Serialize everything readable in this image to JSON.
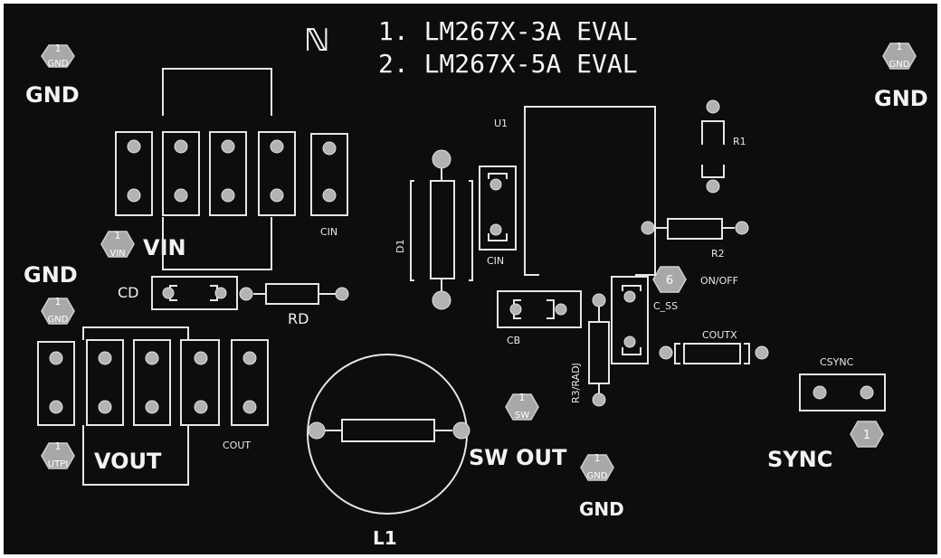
{
  "title": {
    "line1": "1.  LM267X-3A EVAL",
    "line2": "2.  LM267X-5A EVAL"
  },
  "logo": {
    "icon": "national-semiconductor-logo-icon"
  },
  "test_points": [
    {
      "num": "1",
      "sub": "GND"
    },
    {
      "num": "1",
      "sub": "GND"
    },
    {
      "num": "1",
      "sub": "VIN"
    },
    {
      "num": "1",
      "sub": "GND"
    },
    {
      "num": "1",
      "sub": "UTPI"
    },
    {
      "num": "1",
      "sub": "SW"
    },
    {
      "num": "1",
      "sub": "GND"
    },
    {
      "num": "6",
      "sub": ""
    },
    {
      "num": "1",
      "sub": ""
    }
  ],
  "labels": {
    "gnd_top_left": "GND",
    "gnd_top_right": "GND",
    "gnd_left_mid": "GND",
    "gnd_bottom": "GND",
    "vin": "VIN",
    "vout": "VOUT",
    "sw_out": "SW  OUT",
    "sync": "SYNC",
    "l1": "L1"
  },
  "refdes": {
    "cin_left": "CIN",
    "cin_mid": "CIN",
    "cd": "CD",
    "rd": "RD",
    "cout": "COUT",
    "u1": "U1",
    "d1": "D1",
    "r1": "R1",
    "r2": "R2",
    "on_off": "ON/OFF",
    "c_ss": "C_SS",
    "cb": "CB",
    "r3": "R3/RADJ",
    "coutx": "COUTX",
    "csync": "CSYNC"
  },
  "colors": {
    "board": "#0d0d0d",
    "silkscreen": "#e6e6e6",
    "pad": "#b3b3b3"
  }
}
